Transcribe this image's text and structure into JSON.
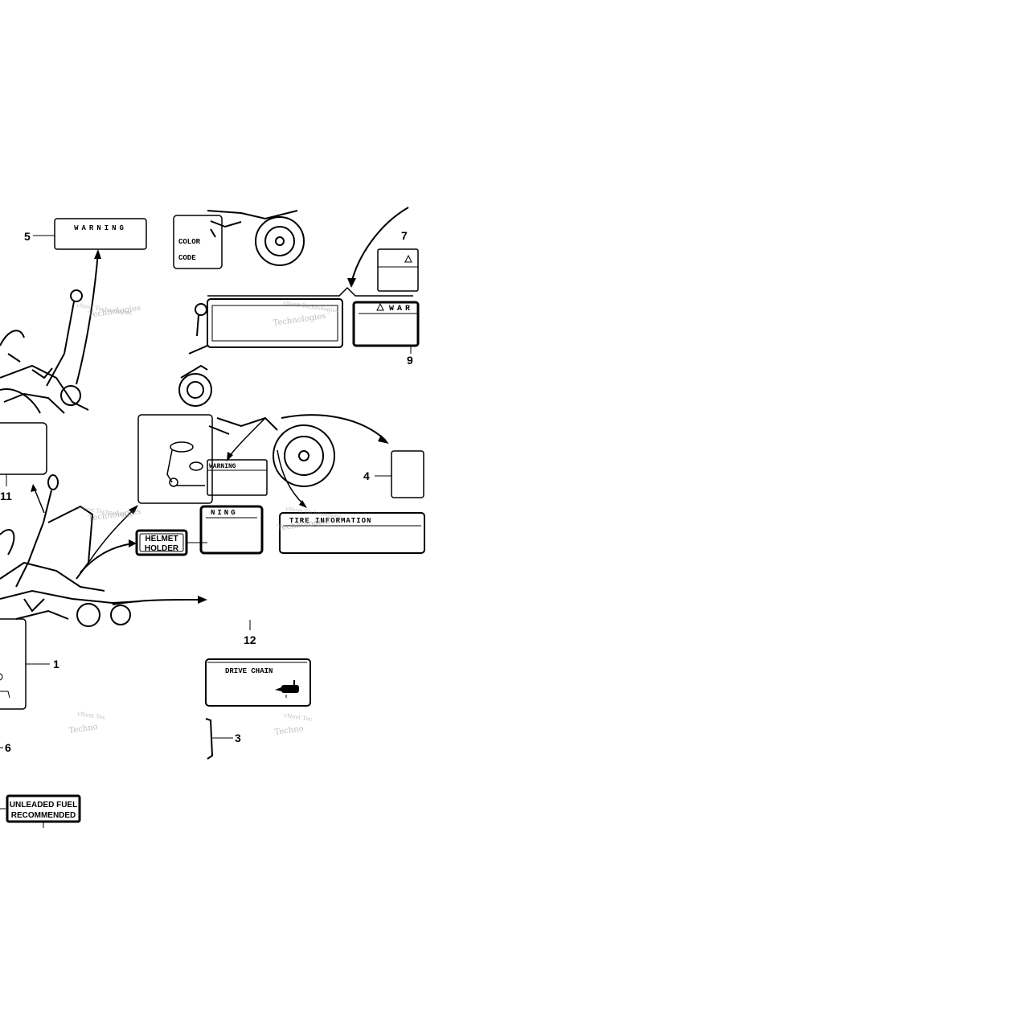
{
  "callouts": {
    "c1": "1",
    "c3": "3",
    "c4": "4",
    "c5": "5",
    "c6": "6",
    "c7": "7",
    "c9": "9",
    "c11": "11",
    "c12": "12"
  },
  "labels": {
    "warning_5": "WARNING",
    "color_code_line1": "COLOR",
    "color_code_line2": "CODE",
    "warning_9": "WAR",
    "warning_left": "WARNING",
    "warning_partial": "NING",
    "tire_information": "TIRE INFORMATION",
    "helmet_holder_line1": "HELMET",
    "helmet_holder_line2": "HOLDER",
    "drive_chain": "DRIVE CHAIN",
    "unleaded_line1": "UNLEADED FUEL",
    "unleaded_line2": "RECOMMENDED"
  },
  "watermark": {
    "line1": "vNext Technologies",
    "line2": "Technologies",
    "short": "vNext Tec",
    "short2": "Techno"
  }
}
